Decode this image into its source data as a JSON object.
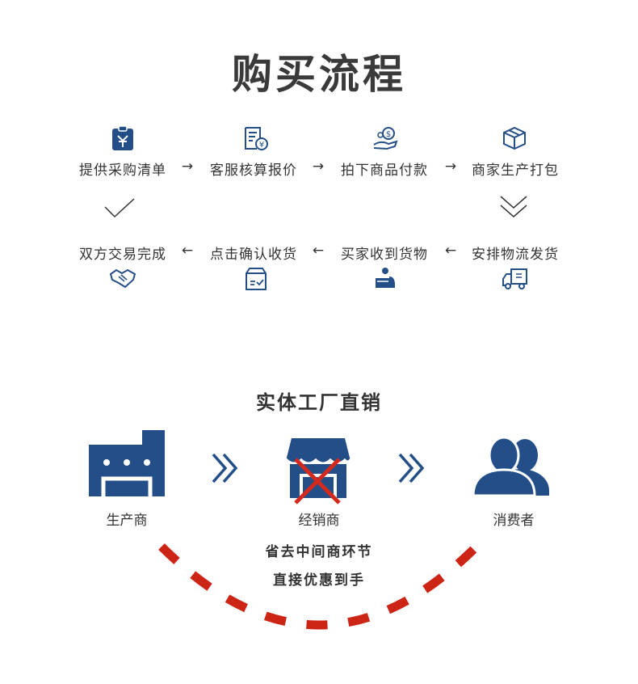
{
  "title": "购买流程",
  "flow": {
    "row1": [
      "提供采购清单",
      "客服核算报价",
      "拍下商品付款",
      "商家生产打包"
    ],
    "row2": [
      "双方交易完成",
      "点击确认收货",
      "买家收到货物",
      "安排物流发货"
    ],
    "arrow_right": "→",
    "arrow_left": "←"
  },
  "direct": {
    "title": "实体工厂直销",
    "roles": [
      "生产商",
      "经销商",
      "消费者"
    ],
    "slogan_line1": "省去中间商环节",
    "slogan_line2": "直接优惠到手"
  },
  "colors": {
    "accent": "#234e87",
    "cross": "#d42a1e",
    "dash": "#cc2516",
    "text": "#333333"
  },
  "icons": [
    "clipboard-icon",
    "invoice-yen-icon",
    "hand-coin-icon",
    "package-box-icon",
    "handshake-icon",
    "box-check-icon",
    "person-box-icon",
    "delivery-truck-icon",
    "factory-icon",
    "storefront-icon",
    "users-icon"
  ]
}
